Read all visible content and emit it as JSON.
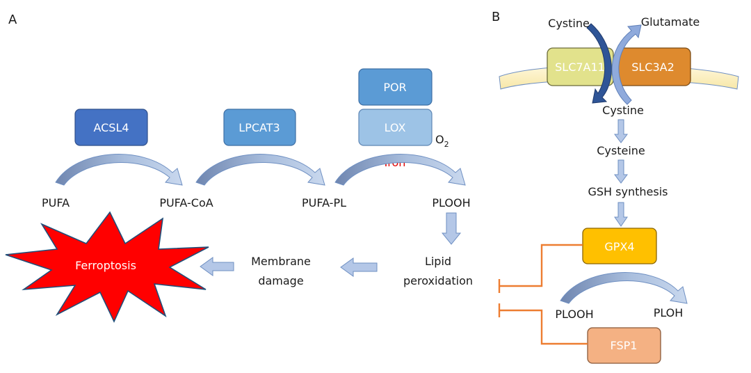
{
  "panels": {
    "a_label": "A",
    "b_label": "B"
  },
  "panel_a": {
    "enzymes": {
      "acsl4": "ACSL4",
      "lpcat3": "LPCAT3",
      "por": "POR",
      "lox": "LOX"
    },
    "o2_base": "O",
    "o2_sub": "2",
    "iron": "Iron",
    "substrates": {
      "pufa": "PUFA",
      "pufa_coa": "PUFA-CoA",
      "pufa_pl": "PUFA-PL",
      "plooh": "PLOOH"
    },
    "lipid_peroxidation": [
      "Lipid",
      "peroxidation"
    ],
    "membrane_damage": [
      "Membrane",
      "damage"
    ],
    "ferroptosis": "Ferroptosis"
  },
  "panel_b": {
    "cystine_in": "Cystine",
    "glutamate": "Glutamate",
    "slc7a11": "SLC7A11",
    "slc3a2": "SLC3A2",
    "cystine_out": "Cystine",
    "cysteine": "Cysteine",
    "gsh_synthesis": "GSH synthesis",
    "gpx4": "GPX4",
    "plooh": "PLOOH",
    "ploh": "PLOH",
    "fsp1": "FSP1"
  },
  "colors": {
    "acsl4": "#4472C4",
    "lpcat3": "#5B9BD5",
    "por": "#5B9BD5",
    "lox": "#9DC3E6",
    "slc7a11": "#E2E28C",
    "slc3a2": "#DE8A2E",
    "gpx4": "#FFC000",
    "fsp1": "#F4B183",
    "ferroptosis": "#FF0000",
    "iron": "#E00000",
    "inhibition": "#ED7D31",
    "arrow_fill": "#B4C7E7",
    "arrow_edge": "#6E8FC2"
  }
}
